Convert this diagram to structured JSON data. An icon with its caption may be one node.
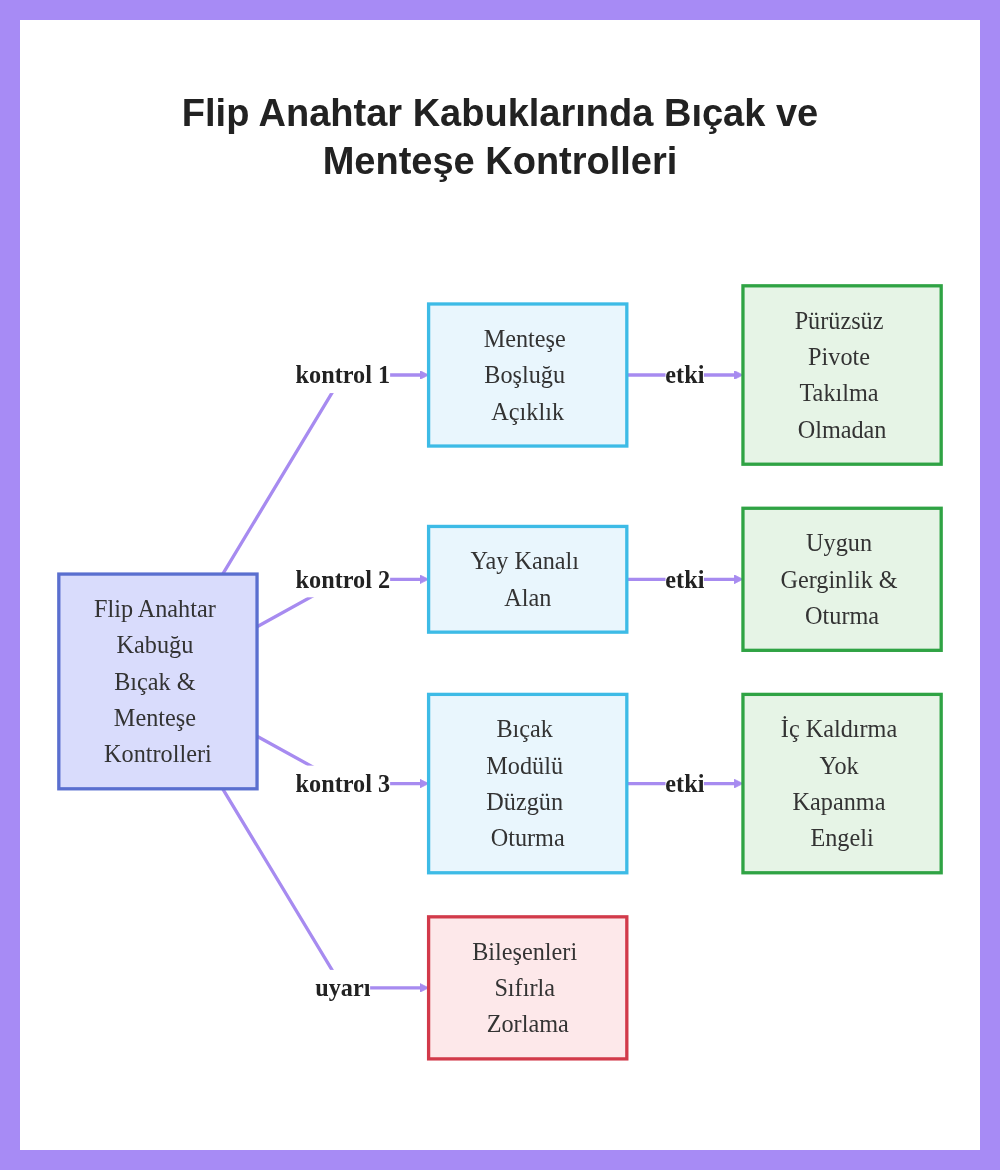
{
  "diagram": {
    "title": "Flip Anahtar Kabuklarında Bıçak ve Menteşe Kontrolleri",
    "nodes": [
      {
        "text": [
          "Flip Anahtar Kabuğu Bıçak & Menteşe Kontrolleri"
        ]
      },
      {
        "text": [
          "Menteşe Boşluğu Açıklık"
        ]
      },
      {
        "text": [
          "Pürüzsüz Pivote Takılma Olmadan"
        ]
      },
      {
        "text": [
          "Yay Kanalı Alan"
        ]
      },
      {
        "text": [
          "Uygun Gerginlik & Oturma"
        ]
      },
      {
        "text": [
          "Bıçak Modülü Düzgün Oturma"
        ]
      },
      {
        "text": [
          "İç Kaldırma Yok Kapanma Engeli"
        ]
      },
      {
        "text": [
          "Bileşenleri Sıfırla Zorlama"
        ]
      }
    ],
    "edges": [
      {
        "from": 0,
        "to": 1,
        "arrow": "to",
        "label": "kontrol 1"
      },
      {
        "from": 0,
        "to": 3,
        "arrow": "to",
        "label": "kontrol 2"
      },
      {
        "from": 0,
        "to": 5,
        "arrow": "to",
        "label": "kontrol 3"
      },
      {
        "from": 0,
        "to": 7,
        "arrow": "to",
        "label": "uyarı"
      },
      {
        "from": 1,
        "to": 2,
        "arrow": "to",
        "label": "etki"
      },
      {
        "from": 3,
        "to": 4,
        "arrow": "to",
        "label": "etki"
      },
      {
        "from": 5,
        "to": 6,
        "arrow": "to",
        "label": "etki"
      }
    ]
  }
}
